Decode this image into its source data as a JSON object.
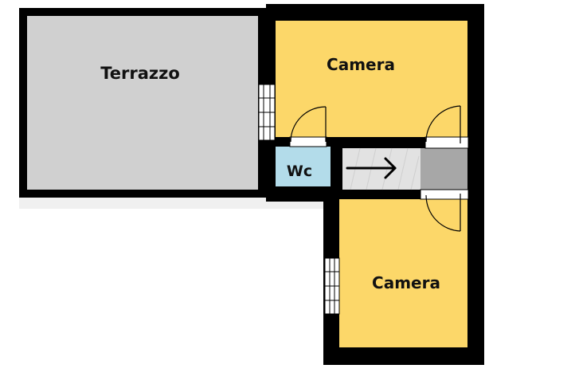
{
  "rooms": {
    "terrazzo": {
      "label": "Terrazzo"
    },
    "camera_top": {
      "label": "Camera"
    },
    "wc": {
      "label": "Wc"
    },
    "camera_bottom": {
      "label": "Camera"
    }
  },
  "colors": {
    "wall": "#000000",
    "terrace_floor": "#d0d0d0",
    "bedroom_floor": "#fcd769",
    "wc_floor": "#b3dcea",
    "corridor_floor": "#e2e2e2",
    "stair_landing": "#a7a7a7"
  },
  "icons": {
    "arrow": "arrow-right-icon",
    "door": "door-swing-icon",
    "window": "window-icon"
  }
}
